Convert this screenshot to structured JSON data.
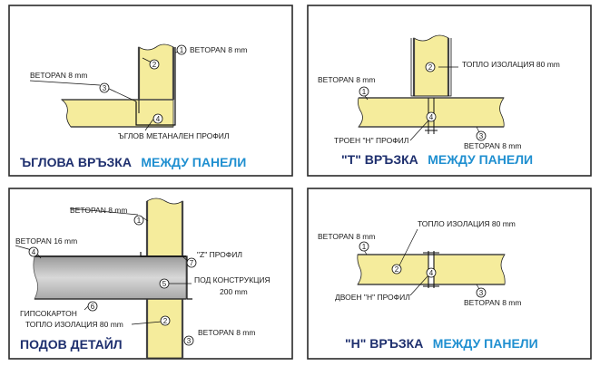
{
  "colors": {
    "foam": "#f5ec9c",
    "foam_edge": "#222222",
    "steel": "#b8b8b8",
    "frame": "#2a2a2a",
    "caption_dark": "#1e2f6e",
    "caption_light": "#1f8fd0"
  },
  "panels": {
    "corner": {
      "caption_bold": "ЪГЛОВА ВРЪЗКА",
      "caption_rest": "МЕЖДУ ПАНЕЛИ",
      "callouts": [
        {
          "n": "1",
          "text": "BETOPAN 8 mm"
        },
        {
          "n": "2",
          "text": ""
        },
        {
          "n": "3",
          "text": "BETOPAN 8 mm"
        },
        {
          "n": "4",
          "text": "ЪГЛОВ МЕТАНАЛЕН ПРОФИЛ"
        }
      ]
    },
    "tee": {
      "caption_bold": "\"T\" ВРЪЗКА",
      "caption_rest": "МЕЖДУ ПАНЕЛИ",
      "callouts": [
        {
          "n": "1",
          "text": "BETOPAN 8 mm"
        },
        {
          "n": "2",
          "text": "ТОПЛО ИЗОЛАЦИЯ 80 mm"
        },
        {
          "n": "3",
          "text": "BETOPAN 8 mm"
        },
        {
          "n": "4",
          "text": "ТРОЕН \"H\" ПРОФИЛ"
        }
      ]
    },
    "floor": {
      "caption_bold": "ПОДОВ ДЕТАЙЛ",
      "caption_rest": "",
      "callouts": [
        {
          "n": "1",
          "text": "BETOPAN 8 mm"
        },
        {
          "n": "2",
          "text": "ТОПЛО ИЗОЛАЦИЯ 80 mm"
        },
        {
          "n": "3",
          "text": "BETOPAN 8 mm"
        },
        {
          "n": "4",
          "text": "BETOPAN 16 mm"
        },
        {
          "n": "5",
          "text": "ПОД КОНСТРУКЦИЯ"
        },
        {
          "n": "6",
          "text": "ГИПСОКАРТОН"
        },
        {
          "n": "7",
          "text": "\"Z\" ПРОФИЛ"
        }
      ],
      "extra": "200 mm"
    },
    "h": {
      "caption_bold": "\"H\" ВРЪЗКА",
      "caption_rest": "МЕЖДУ ПАНЕЛИ",
      "callouts": [
        {
          "n": "1",
          "text": "BETOPAN 8 mm"
        },
        {
          "n": "2",
          "text": "ТОПЛО ИЗОЛАЦИЯ 80 mm"
        },
        {
          "n": "3",
          "text": "BETOPAN 8 mm"
        },
        {
          "n": "4",
          "text": "ДВОЕН \"H\" ПРОФИЛ"
        }
      ]
    }
  }
}
